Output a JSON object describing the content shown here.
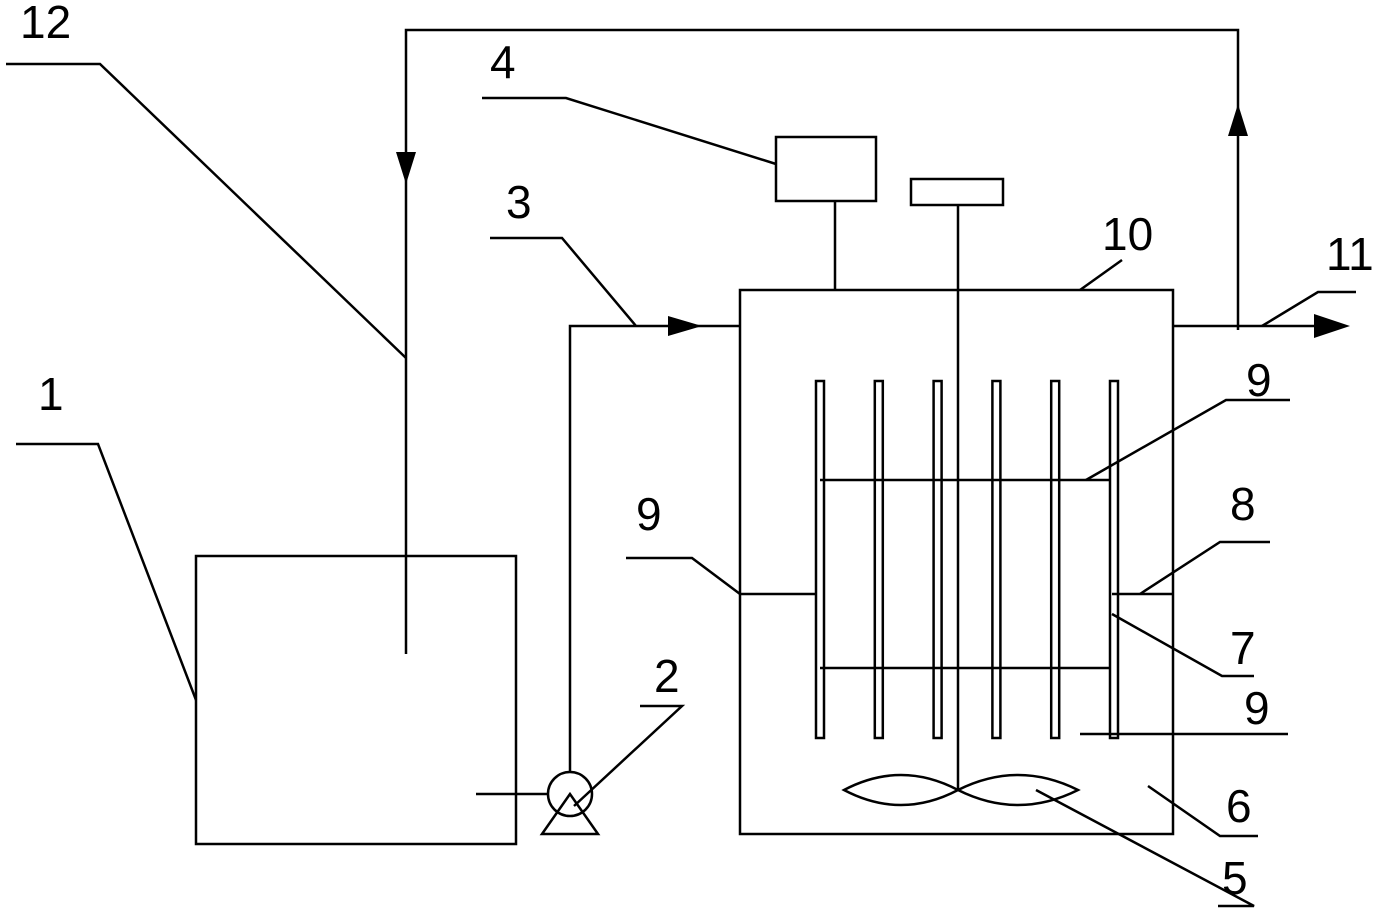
{
  "labels": {
    "tank": "1",
    "pump": "2",
    "inlet_pipe": "3",
    "controller": "4",
    "impeller": "5",
    "reactor_liquid": "6",
    "electrode": "7",
    "support": "8",
    "connector_top": "9",
    "connector_left": "9",
    "connector_bottom": "9",
    "reactor_lid": "10",
    "outlet_pipe": "11",
    "return_pipe": "12"
  },
  "electrode_count": 6
}
